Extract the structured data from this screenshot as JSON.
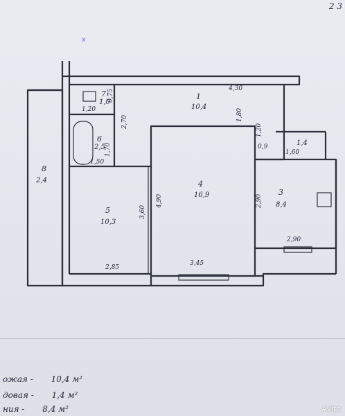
{
  "corner_mark": "2 3",
  "stamp_mark": "x",
  "rooms": [
    {
      "id": "1",
      "area": "10,4"
    },
    {
      "id": "3",
      "area": "8,4"
    },
    {
      "id": "4",
      "area": "16,9"
    },
    {
      "id": "5",
      "area": "10,3"
    },
    {
      "id": "6",
      "area": "2,5"
    },
    {
      "id": "7",
      "area": "1,0"
    },
    {
      "id": "8",
      "area": "2,4"
    },
    {
      "id": "",
      "area": "1,4"
    }
  ],
  "dimensions": {
    "corridor_length": "4,30",
    "corridor_width": "1,80",
    "room4_height": "4,90",
    "room4_width": "3,45",
    "room5_height": "3,60",
    "room5_width": "2,85",
    "room3_height": "2,90",
    "room3_width": "2,90",
    "wc_width": "1,20",
    "wc_side": "0,75",
    "bath_height": "2,70",
    "bath_width": "1,50",
    "bath_side": "1,70",
    "storage_width": "1,60",
    "storage_depth": "0,9",
    "entry_height": "1,20"
  },
  "legend": [
    {
      "label": "ожая",
      "value": "10,4 м²"
    },
    {
      "label": "довая",
      "value": "1,4 м²"
    },
    {
      "label": "ния",
      "value": "8,4 м²"
    }
  ],
  "watermark": "Avito"
}
